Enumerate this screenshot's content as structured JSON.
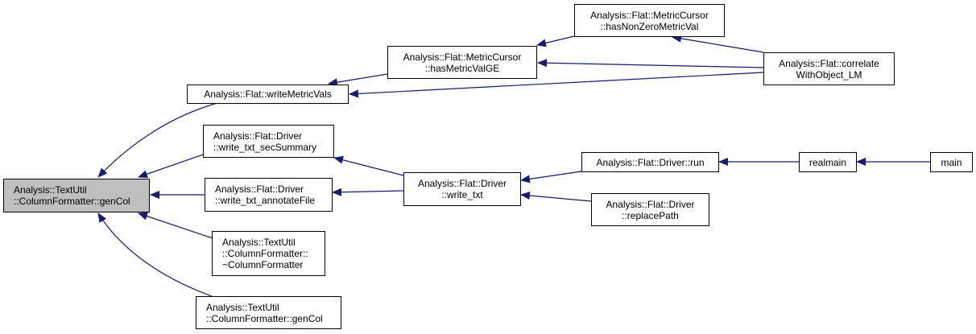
{
  "diagram": {
    "type": "doxygen-caller-graph",
    "edge_color": "#191970",
    "focus_fill": "#bfbfbf",
    "nodes": {
      "gencol_focus": "Analysis::TextUtil\n::ColumnFormatter::genCol",
      "write_metric_vals": "Analysis::Flat::writeMetricVals",
      "has_metric_val_ge": "Analysis::Flat::MetricCursor\n::hasMetricValGE",
      "has_nonzero_metric_val": "Analysis::Flat::MetricCursor\n::hasNonZeroMetricVal",
      "correlate_with_object_lm": "Analysis::Flat::correlate\nWithObject_LM",
      "write_txt_sec_summary": "Analysis::Flat::Driver\n::write_txt_secSummary",
      "write_txt_annotate_file": "Analysis::Flat::Driver\n::write_txt_annotateFile",
      "column_formatter_dtor": "Analysis::TextUtil\n::ColumnFormatter::\n~ColumnFormatter",
      "gencol_overload": "Analysis::TextUtil\n::ColumnFormatter::genCol",
      "write_txt": "Analysis::Flat::Driver\n::write_txt",
      "driver_run": "Analysis::Flat::Driver::run",
      "replace_path": "Analysis::Flat::Driver\n::replacePath",
      "realmain": "realmain",
      "main": "main"
    },
    "edges": [
      {
        "from": "write_metric_vals",
        "to": "gencol_focus"
      },
      {
        "from": "write_txt_sec_summary",
        "to": "gencol_focus"
      },
      {
        "from": "write_txt_annotate_file",
        "to": "gencol_focus"
      },
      {
        "from": "column_formatter_dtor",
        "to": "gencol_focus"
      },
      {
        "from": "gencol_overload",
        "to": "gencol_focus"
      },
      {
        "from": "has_metric_val_ge",
        "to": "write_metric_vals"
      },
      {
        "from": "correlate_with_object_lm",
        "to": "write_metric_vals"
      },
      {
        "from": "has_nonzero_metric_val",
        "to": "has_metric_val_ge"
      },
      {
        "from": "correlate_with_object_lm",
        "to": "has_metric_val_ge"
      },
      {
        "from": "correlate_with_object_lm",
        "to": "has_nonzero_metric_val"
      },
      {
        "from": "write_txt",
        "to": "write_txt_sec_summary"
      },
      {
        "from": "write_txt",
        "to": "write_txt_annotate_file"
      },
      {
        "from": "driver_run",
        "to": "write_txt"
      },
      {
        "from": "replace_path",
        "to": "write_txt"
      },
      {
        "from": "realmain",
        "to": "driver_run"
      },
      {
        "from": "main",
        "to": "realmain"
      }
    ]
  }
}
